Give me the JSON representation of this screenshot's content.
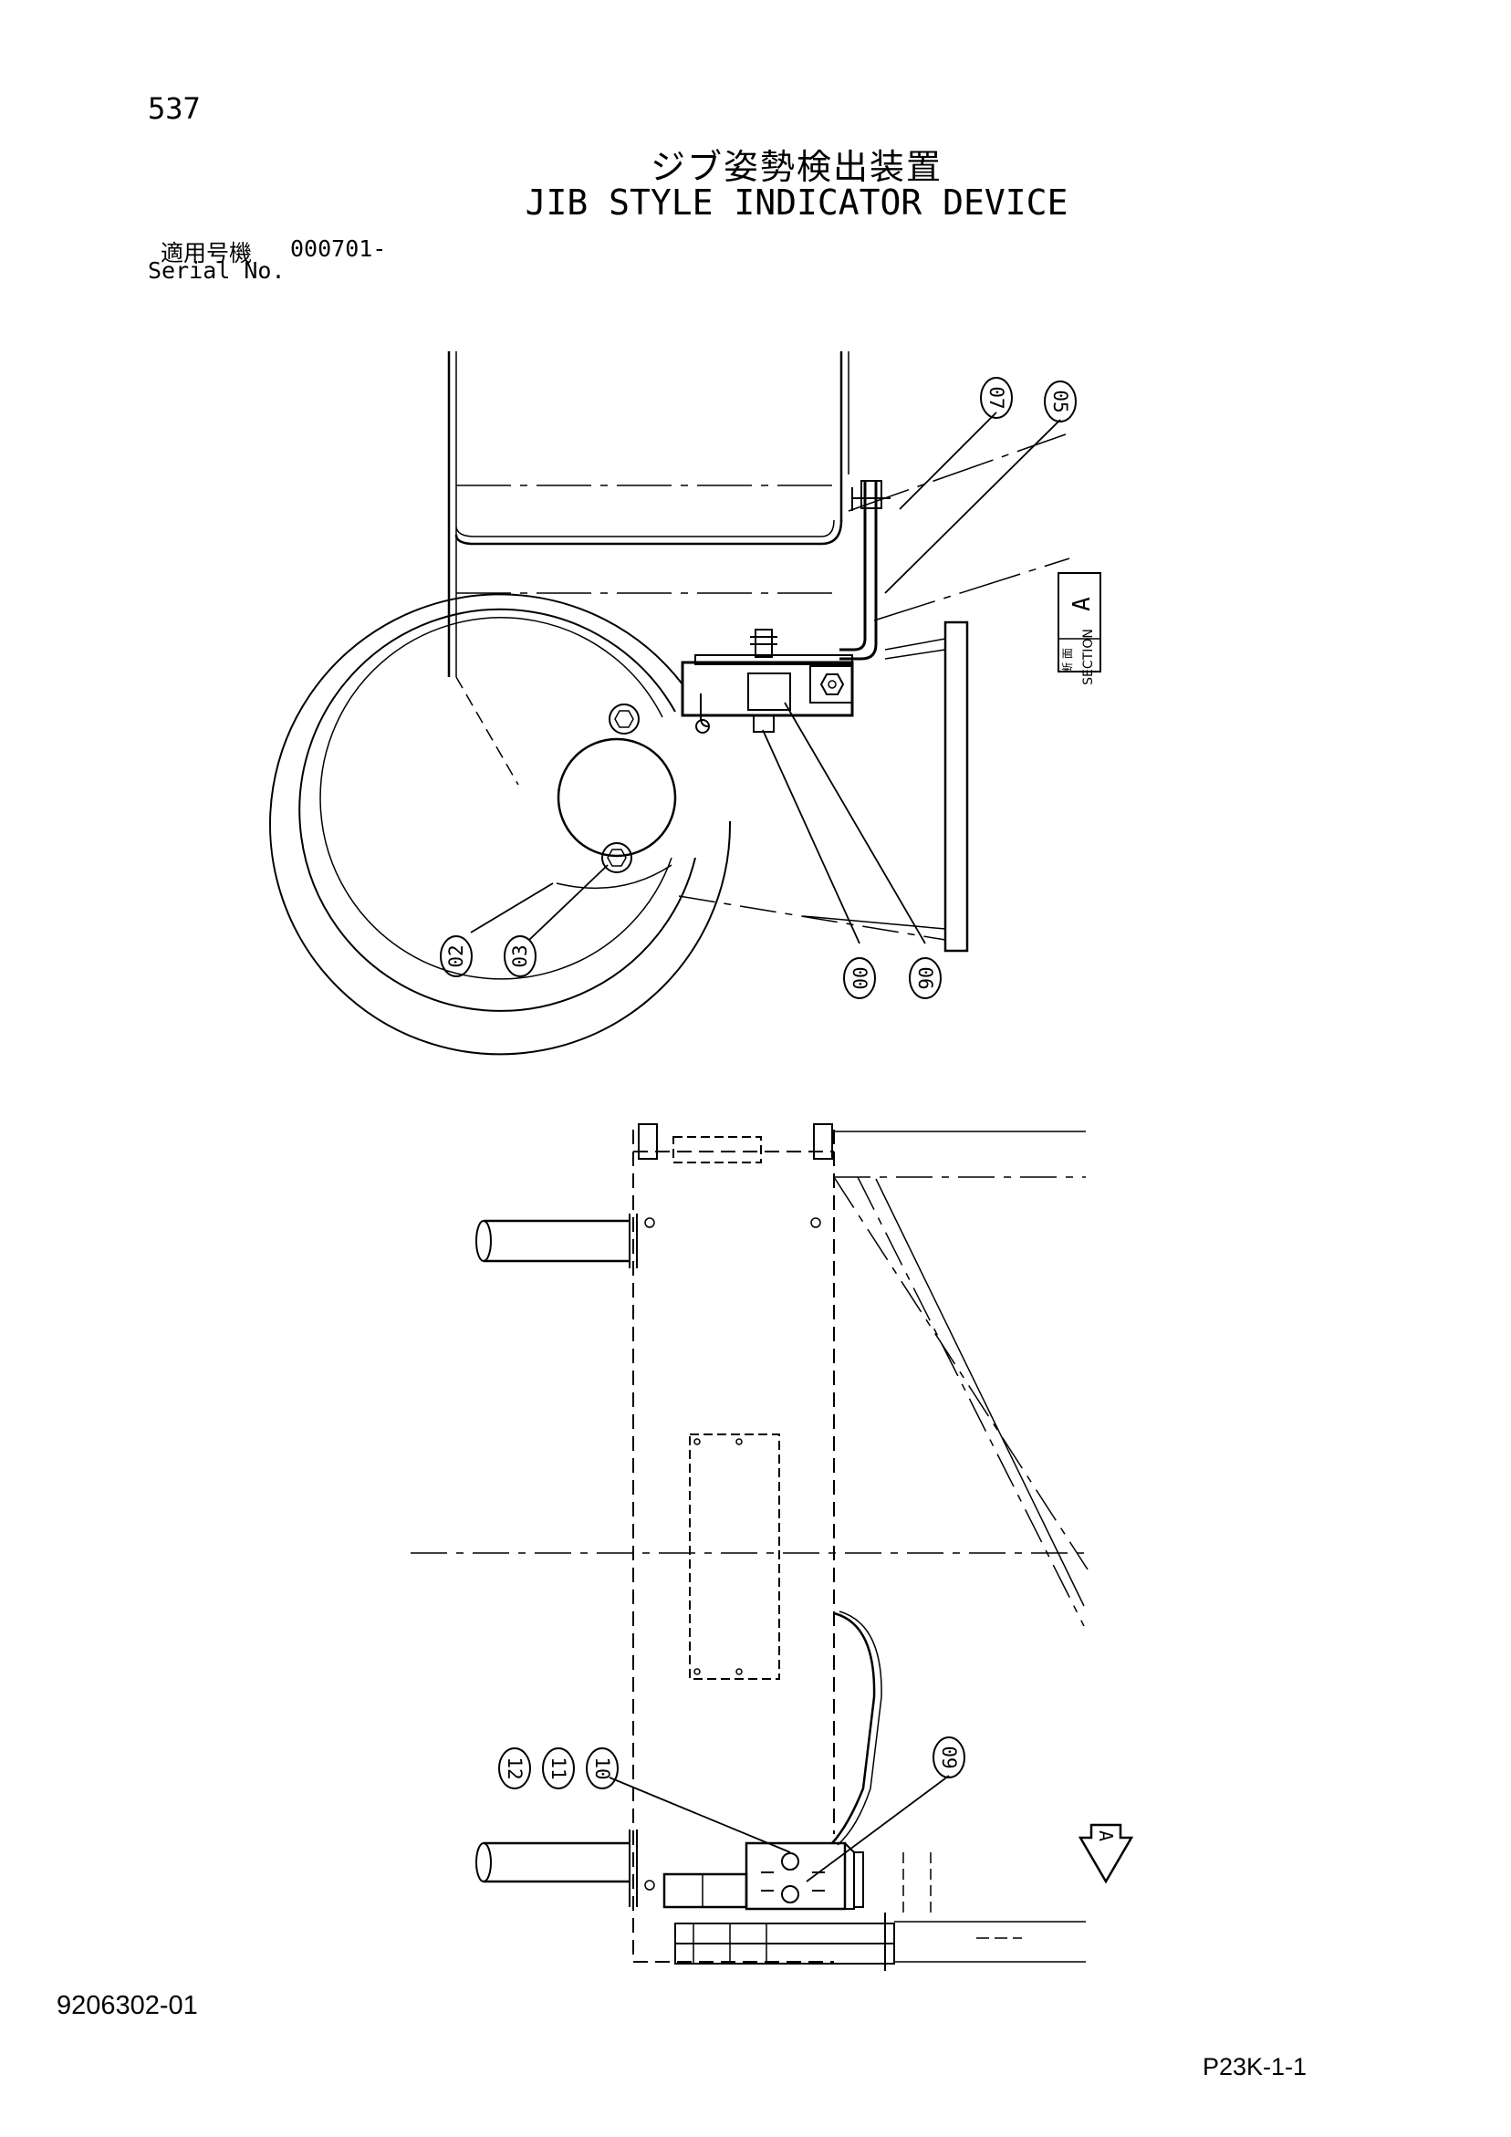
{
  "header": {
    "page_number": "537",
    "title_jp": "ジブ姿勢検出装置",
    "title_en": "JIB STYLE INDICATOR DEVICE",
    "serial_label_jp": "適用号機",
    "serial_value": "000701-",
    "serial_label_en": "Serial No."
  },
  "section_label": {
    "jp": "断 面",
    "en": "SECTION",
    "letter": "A"
  },
  "view_marker": "A",
  "callouts_top": [
    "07",
    "05",
    "02",
    "03",
    "00",
    "06"
  ],
  "callouts_bottom": [
    "12",
    "11",
    "10",
    "09"
  ],
  "footer": {
    "doc_number": "9206302-01",
    "page_code": "P23K-1-1"
  }
}
